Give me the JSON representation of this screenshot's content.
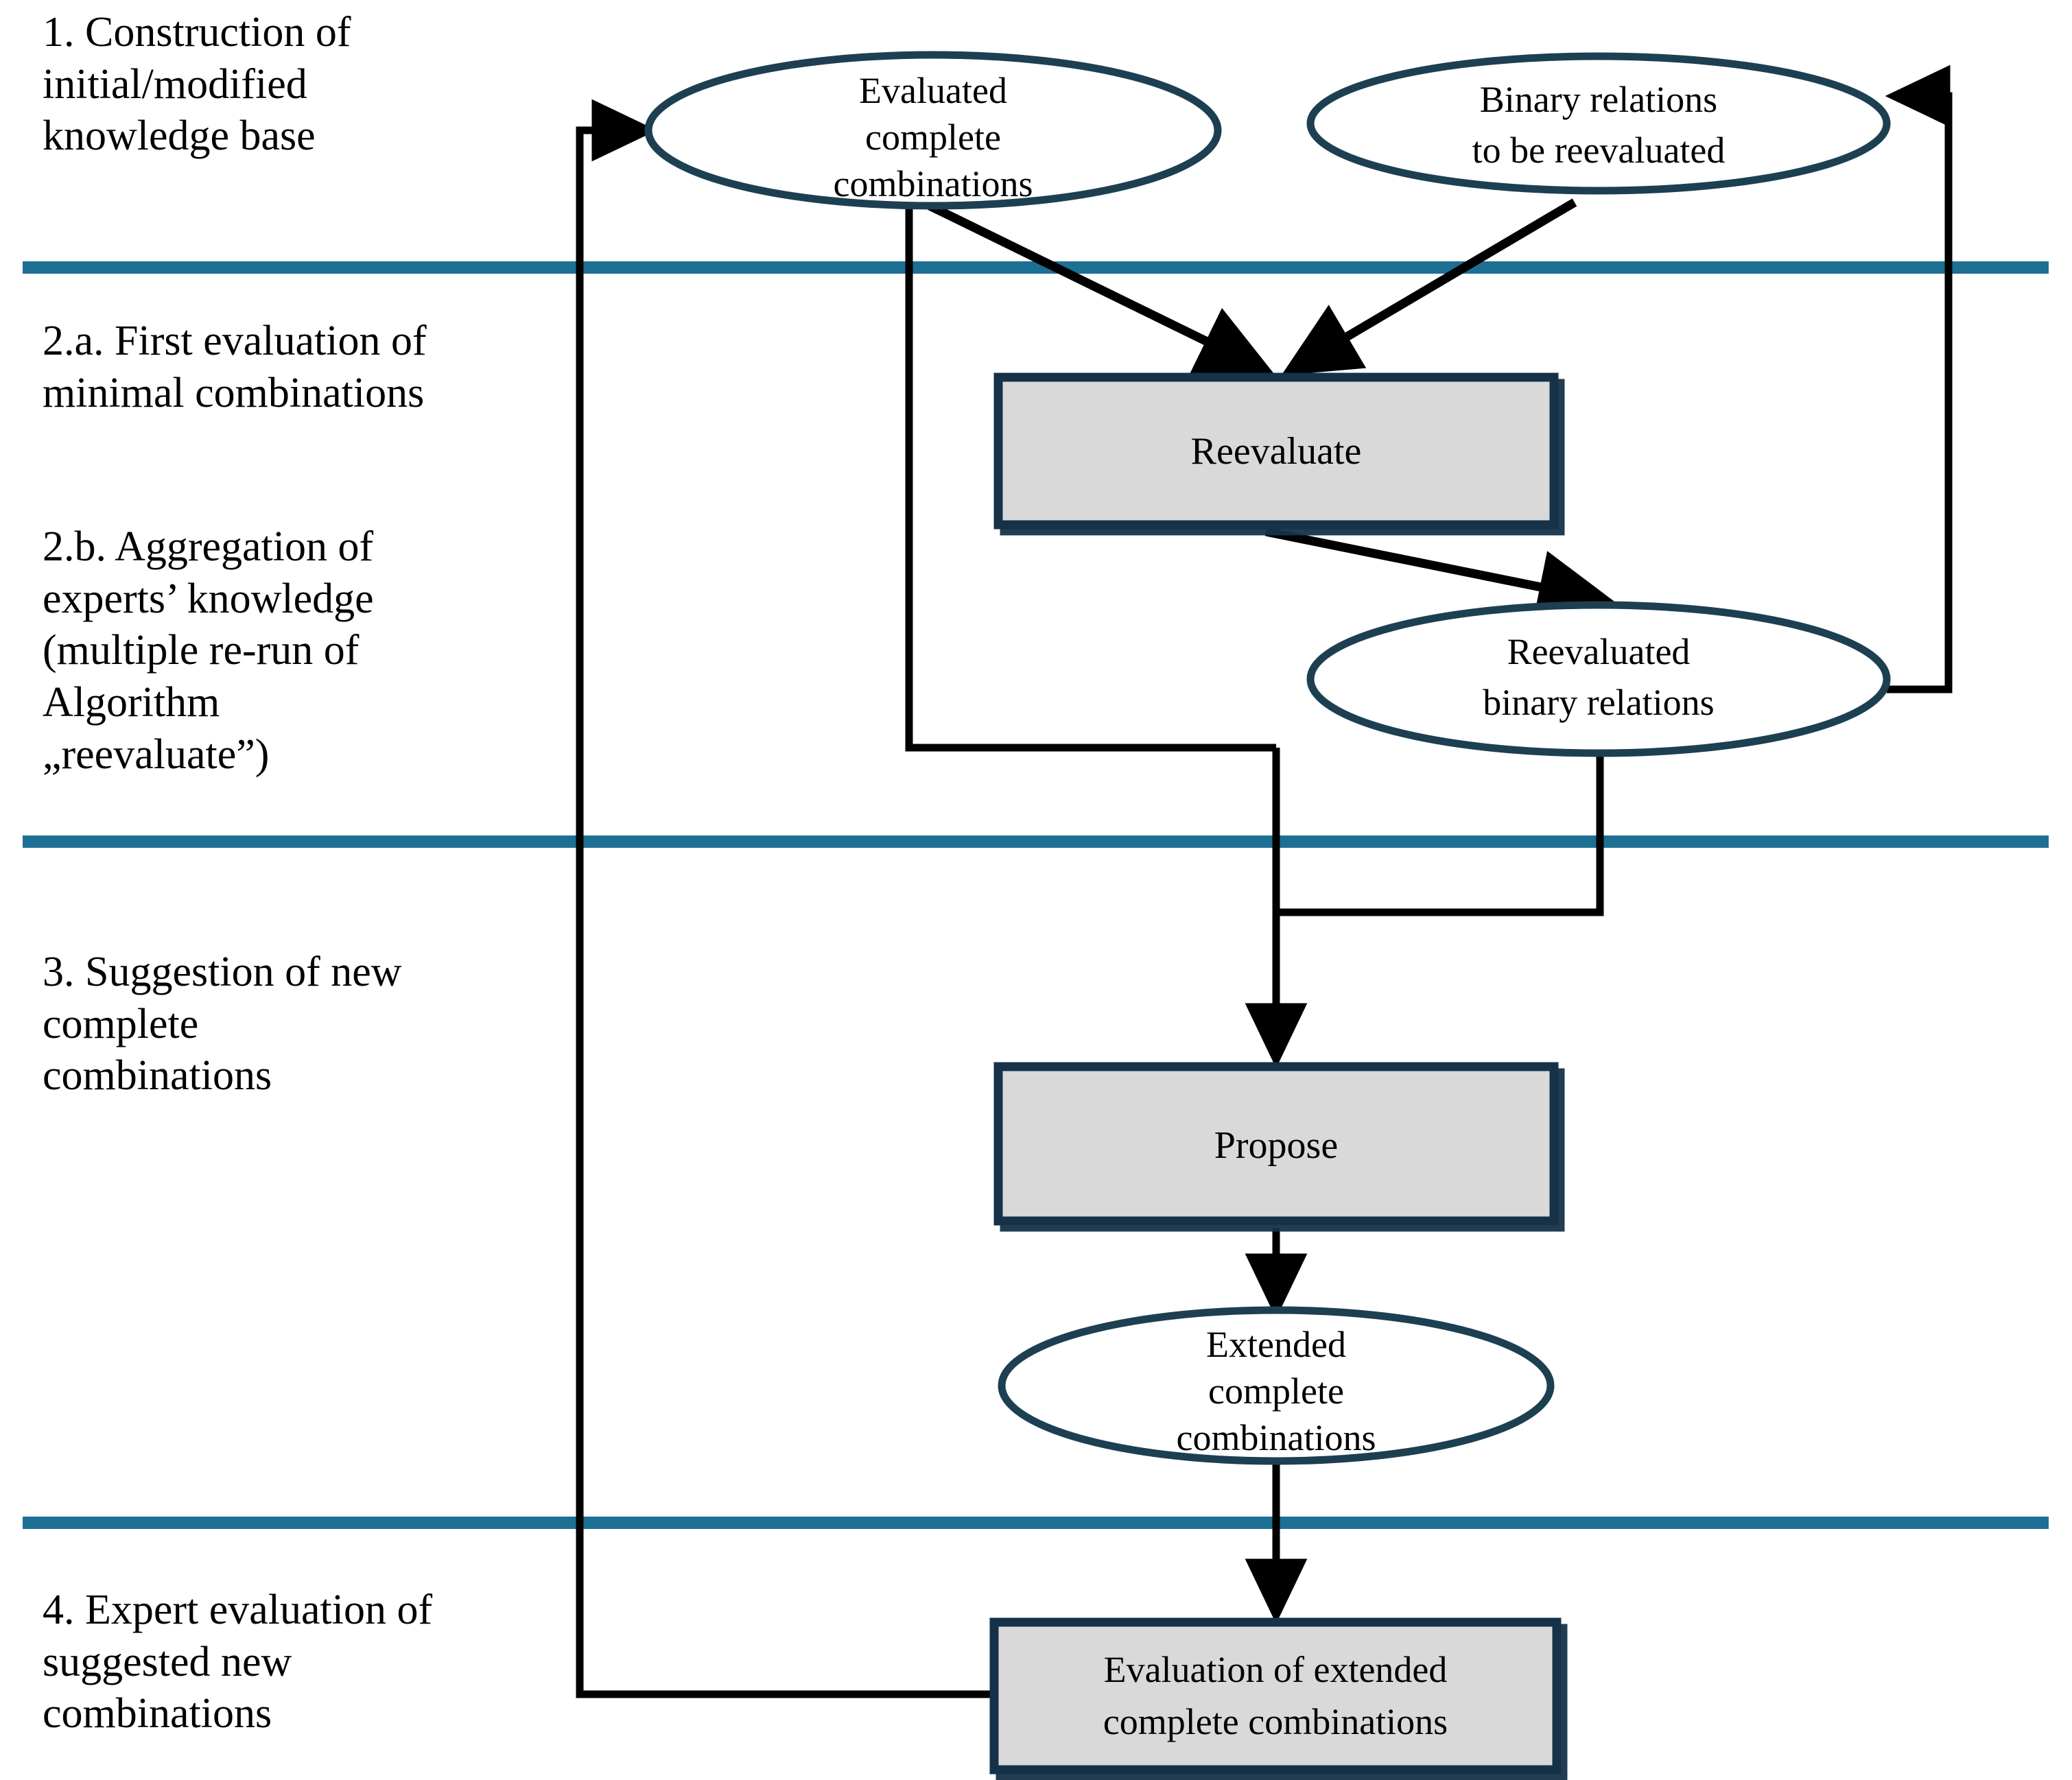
{
  "diagram": {
    "title": "Knowledge base reevaluation and suggestion process",
    "colors": {
      "divider": "#1d6f94",
      "ellipse_stroke": "#1d3f52",
      "box_stroke": "#16334a",
      "box_fill": "#d9d9d9",
      "connector": "#000000",
      "text": "#000000",
      "background": "#ffffff"
    },
    "stage_labels": [
      {
        "id": "stage-1",
        "text": "1. Construction of\ninitial/modified\nknowledge base"
      },
      {
        "id": "stage-2a",
        "text": "2.a. First evaluation of\nminimal combinations"
      },
      {
        "id": "stage-2b",
        "text": "2.b. Aggregation of\nexperts’ knowledge\n(multiple re-run of\nAlgorithm\n„reevaluate”)"
      },
      {
        "id": "stage-3",
        "text": "3. Suggestion of new\ncomplete\ncombinations"
      },
      {
        "id": "stage-4",
        "text": "4. Expert evaluation of\nsuggested new\ncombinations"
      }
    ],
    "nodes": {
      "evaluated_complete_combinations": {
        "shape": "ellipse",
        "lines": [
          "Evaluated",
          "complete",
          "combinations"
        ]
      },
      "binary_relations_to_be_reevaluated": {
        "shape": "ellipse",
        "lines": [
          "Binary relations",
          "to be reevaluated"
        ]
      },
      "reevaluate": {
        "shape": "process-box",
        "lines": [
          "Reevaluate"
        ]
      },
      "reevaluated_binary_relations": {
        "shape": "ellipse",
        "lines": [
          "Reevaluated",
          "binary  relations"
        ]
      },
      "propose": {
        "shape": "process-box",
        "lines": [
          "Propose"
        ]
      },
      "extended_complete_combinations": {
        "shape": "ellipse",
        "lines": [
          "Extended",
          "complete",
          "combinations"
        ]
      },
      "evaluation_of_extended_complete_combinations": {
        "shape": "process-box",
        "lines": [
          "Evaluation of extended",
          "complete combinations"
        ]
      }
    }
  }
}
